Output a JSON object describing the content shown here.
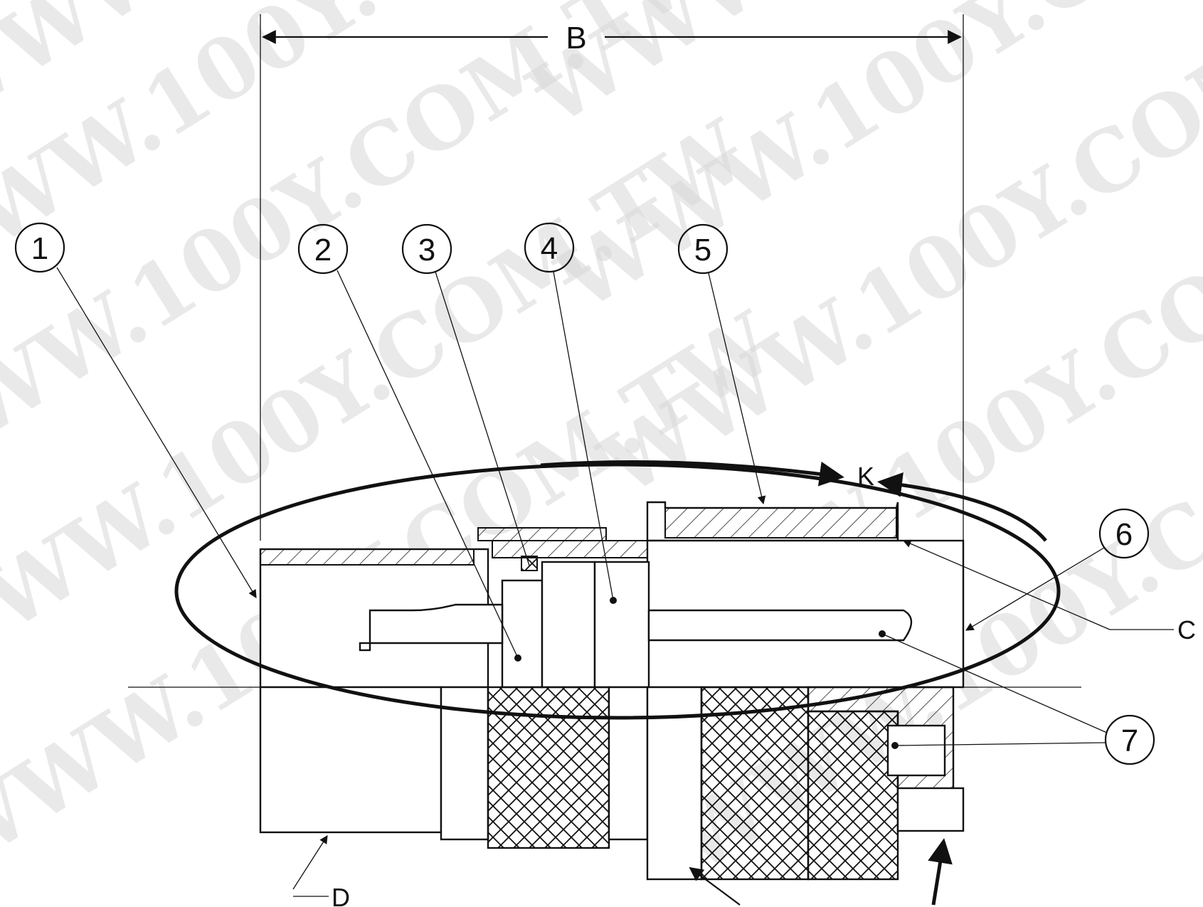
{
  "diagram": {
    "watermark": "WWW.100Y.COM.TW",
    "dimension_label": "B",
    "callouts": [
      "1",
      "2",
      "3",
      "4",
      "5",
      "6",
      "7"
    ],
    "letters": {
      "k": "K",
      "c": "C",
      "d": "D"
    }
  }
}
